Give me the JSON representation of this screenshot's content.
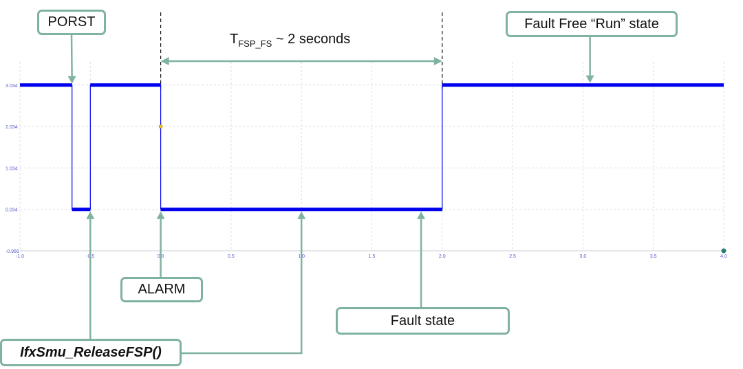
{
  "chart_data": {
    "type": "line",
    "title": "",
    "xlabel": "",
    "ylabel": "",
    "xlim": [
      -1.0,
      4.0
    ],
    "ylim": [
      -0.966,
      3.6
    ],
    "x_ticks": [
      "-1.0",
      "-0.5",
      "0.0",
      "0.5",
      "1.0",
      "1.5",
      "2.0",
      "2.5",
      "3.0",
      "3.5",
      "4.0"
    ],
    "y_ticks": [
      "-0.966",
      "0.034",
      "1.034",
      "2.034",
      "3.034"
    ],
    "grid": true,
    "series": [
      {
        "color": "#0000ee",
        "x": [
          -1.0,
          -0.63,
          -0.63,
          -0.5,
          -0.5,
          0.0,
          0.0,
          2.0,
          2.0,
          4.0
        ],
        "y": [
          3.034,
          3.034,
          0.034,
          0.034,
          3.034,
          3.034,
          0.034,
          0.034,
          3.034,
          3.034
        ]
      }
    ],
    "marker": {
      "x": 0.0,
      "y": 2.034,
      "color": "#f0c020"
    },
    "end_marker": {
      "x": 4.0,
      "y": -0.966,
      "color": "#2e7d6b"
    },
    "annotations": {
      "porst": {
        "text": "PORST",
        "x": -0.63,
        "y": 3.034
      },
      "alarm": {
        "text": "ALARM",
        "x": 0.0,
        "y": 0.034
      },
      "release": {
        "text": "IfxSmu_ReleaseFSP()",
        "targets": [
          {
            "x": -0.5,
            "y": 0.034
          },
          {
            "x": 1.0,
            "y": 0.034
          }
        ]
      },
      "fault": {
        "text": "Fault state",
        "x": 1.85,
        "y": 0.034
      },
      "run": {
        "text": "Fault Free “Run” state",
        "x": 3.05,
        "y": 3.034
      }
    },
    "interval": {
      "from": 0.0,
      "to": 2.0,
      "label_main": "T",
      "label_sub": "FSP_FS",
      "label_rest": " ~ 2 seconds"
    }
  },
  "colors": {
    "trace": "#0000ee",
    "callout_border": "#7fb2a1",
    "grid": "#d9dde8"
  }
}
